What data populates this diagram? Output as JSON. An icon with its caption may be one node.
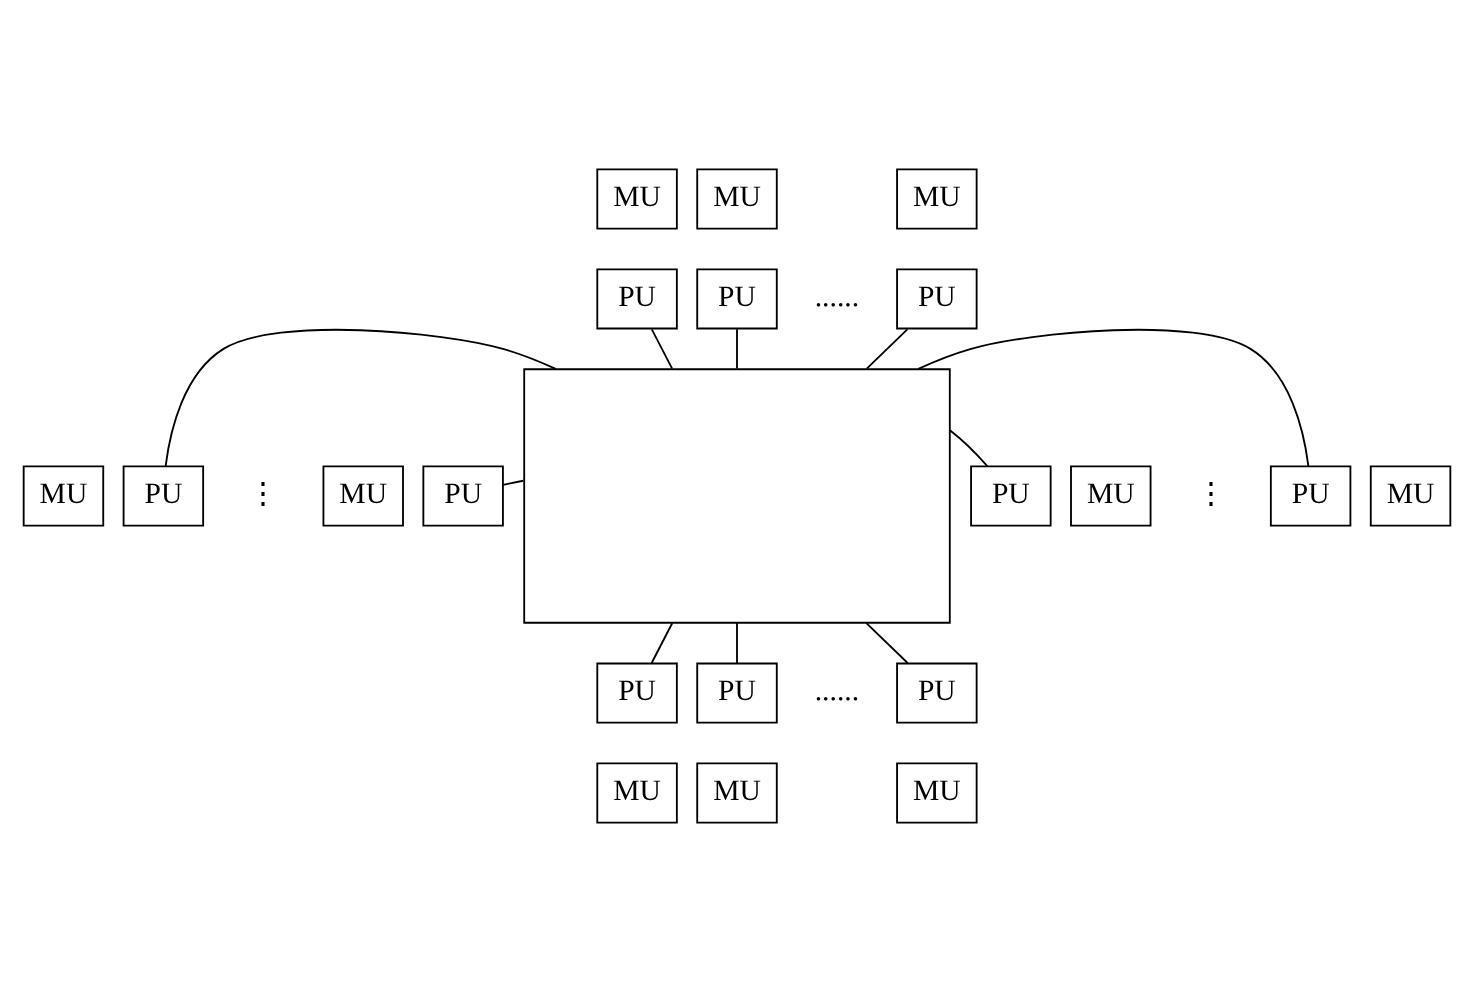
{
  "diagram": {
    "nodes": [
      {
        "text": [
          "MU"
        ]
      },
      {
        "text": [
          "PU"
        ]
      },
      {
        "text": [
          "MU"
        ]
      },
      {
        "text": [
          "PU"
        ]
      },
      {
        "text": [
          "MU"
        ]
      },
      {
        "text": [
          "PU"
        ]
      },
      {
        "text": [
          "MU"
        ]
      },
      {
        "text": [
          "PU"
        ]
      },
      {
        "text": [],
        "shape": "box"
      },
      {
        "text": [
          "PU"
        ]
      },
      {
        "text": [
          "MU"
        ]
      },
      {
        "text": [
          "MU"
        ]
      },
      {
        "text": [
          "PU"
        ]
      },
      {
        "text": [
          "PU"
        ]
      },
      {
        "text": [
          "MU"
        ]
      },
      {
        "text": [
          "PU"
        ]
      },
      {
        "text": [
          "PU"
        ]
      },
      {
        "text": [
          "PU"
        ]
      },
      {
        "text": [
          "MU"
        ]
      },
      {
        "text": [
          "MU"
        ]
      },
      {
        "text": [
          "MU"
        ]
      }
    ],
    "edges": [
      {
        "from": 1,
        "to": 8,
        "arrow": "none"
      },
      {
        "from": 3,
        "to": 8,
        "arrow": "none"
      },
      {
        "from": 5,
        "to": 8,
        "arrow": "none"
      },
      {
        "from": 7,
        "to": 8,
        "arrow": "none"
      },
      {
        "from": 8,
        "to": 9,
        "arrow": "none"
      },
      {
        "from": 12,
        "to": 8,
        "arrow": "none"
      },
      {
        "from": 8,
        "to": 13,
        "arrow": "none"
      },
      {
        "from": 8,
        "to": 15,
        "arrow": "none"
      },
      {
        "from": 8,
        "to": 16,
        "arrow": "none"
      },
      {
        "from": 8,
        "to": 17,
        "arrow": "none"
      }
    ],
    "labels": [
      "......",
      "⋮",
      "⋮",
      "......"
    ]
  }
}
